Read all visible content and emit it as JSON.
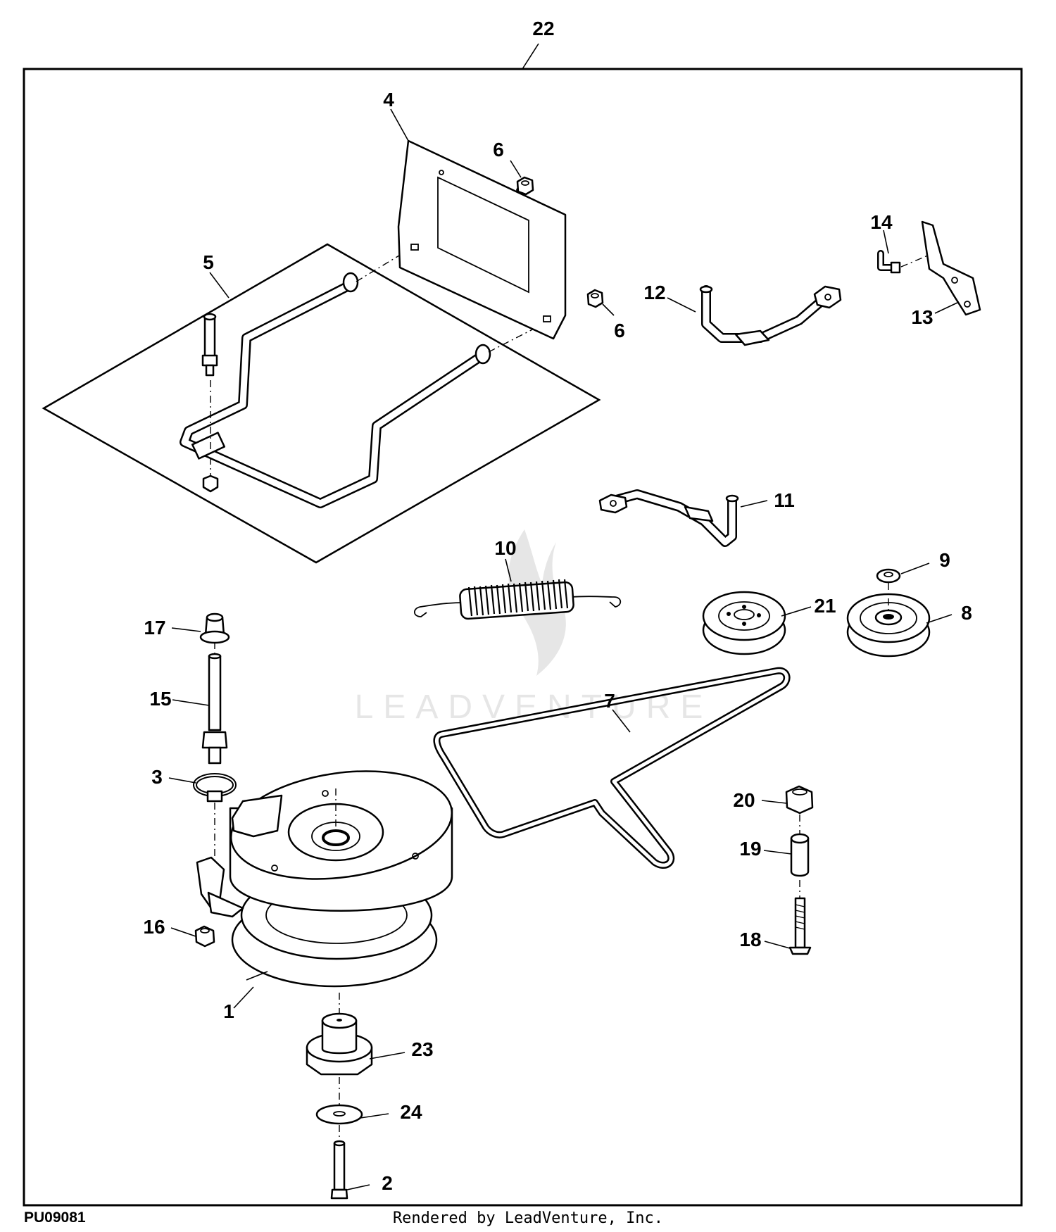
{
  "diagram": {
    "assembly_callout": "22",
    "callouts": {
      "c1": "1",
      "c2": "2",
      "c3": "3",
      "c4": "4",
      "c5": "5",
      "c6a": "6",
      "c6b": "6",
      "c7": "7",
      "c8": "8",
      "c9": "9",
      "c10": "10",
      "c11": "11",
      "c12": "12",
      "c13": "13",
      "c14": "14",
      "c15": "15",
      "c16": "16",
      "c17": "17",
      "c18": "18",
      "c19": "19",
      "c20": "20",
      "c21": "21",
      "c23": "23",
      "c24": "24"
    },
    "watermark": "LEADVENTURE"
  },
  "footer": {
    "figure_code": "PU09081",
    "credit": "Rendered by LeadVenture, Inc."
  },
  "colors": {
    "line": "#000000",
    "background": "#ffffff",
    "watermark": "#e6e6e6"
  }
}
